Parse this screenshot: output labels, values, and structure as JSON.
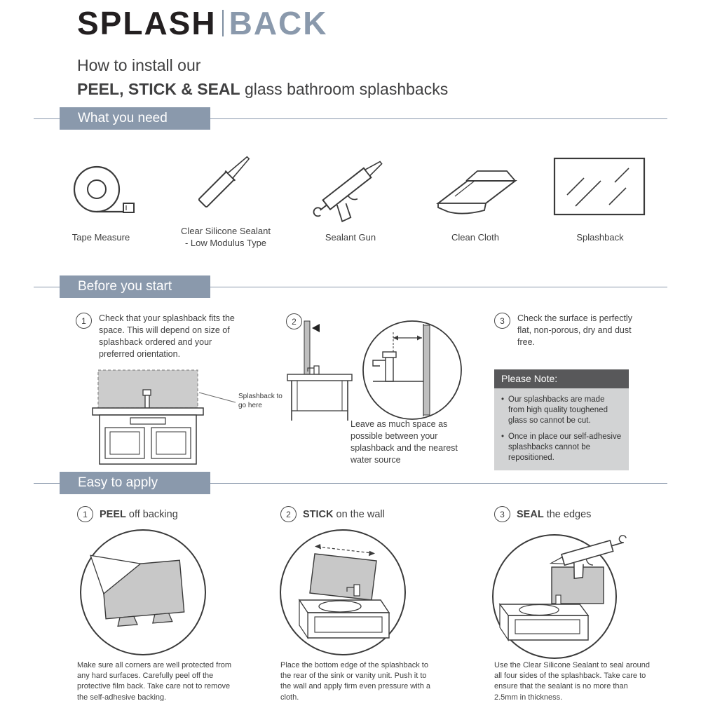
{
  "brand": {
    "primary": "SPLASH",
    "secondary": "BACK"
  },
  "intro": {
    "line1": "How to install our",
    "line2_bold": "PEEL, STICK & SEAL",
    "line2_rest": " glass bathroom splashbacks"
  },
  "colors": {
    "accent": "#8a99ac",
    "note_header_bg": "#58585a",
    "note_body_bg": "#d2d3d4",
    "panel_gray": "#c8c8c8"
  },
  "what_you_need": {
    "title": "What you need",
    "items": [
      {
        "icon": "tape-measure-icon",
        "label": "Tape Measure",
        "sublabel": ""
      },
      {
        "icon": "silicone-sealant-icon",
        "label": "Clear Silicone Sealant",
        "sublabel": "- Low Modulus Type"
      },
      {
        "icon": "sealant-gun-icon",
        "label": "Sealant Gun",
        "sublabel": ""
      },
      {
        "icon": "clean-cloth-icon",
        "label": "Clean Cloth",
        "sublabel": ""
      },
      {
        "icon": "splashback-icon",
        "label": "Splashback",
        "sublabel": ""
      }
    ]
  },
  "before_you_start": {
    "title": "Before you start",
    "step1": {
      "number": "1",
      "text": "Check that your splashback fits the space. This will depend on size of splashback ordered and your preferred orientation.",
      "annotation": "Splashback to go here"
    },
    "step2": {
      "number": "2",
      "caption": "Leave as much space as possible between your splashback and the nearest water source"
    },
    "step3": {
      "number": "3",
      "text": "Check the surface is perfectly flat, non-porous, dry and dust free.",
      "note": {
        "title": "Please Note:",
        "bullets": [
          "Our splashbacks are made from high quality toughened glass so cannot be cut.",
          "Once in place our self-adhesive splashbacks cannot be repositioned."
        ]
      }
    }
  },
  "easy_to_apply": {
    "title": "Easy to apply",
    "steps": [
      {
        "number": "1",
        "action": "PEEL",
        "rest": " off backing",
        "caption": "Make sure all corners are well protected from any hard surfaces. Carefully peel off the protective film back. Take care not to remove the self-adhesive backing."
      },
      {
        "number": "2",
        "action": "STICK",
        "rest": " on the wall",
        "caption": "Place the bottom edge of the splashback to the rear of the sink or vanity unit. Push it to the wall and apply firm even pressure with a cloth."
      },
      {
        "number": "3",
        "action": "SEAL",
        "rest": " the edges",
        "caption": "Use the Clear Silicone Sealant to seal around all four sides of the splashback. Take care to ensure that the sealant is no more than 2.5mm in thickness."
      }
    ]
  }
}
